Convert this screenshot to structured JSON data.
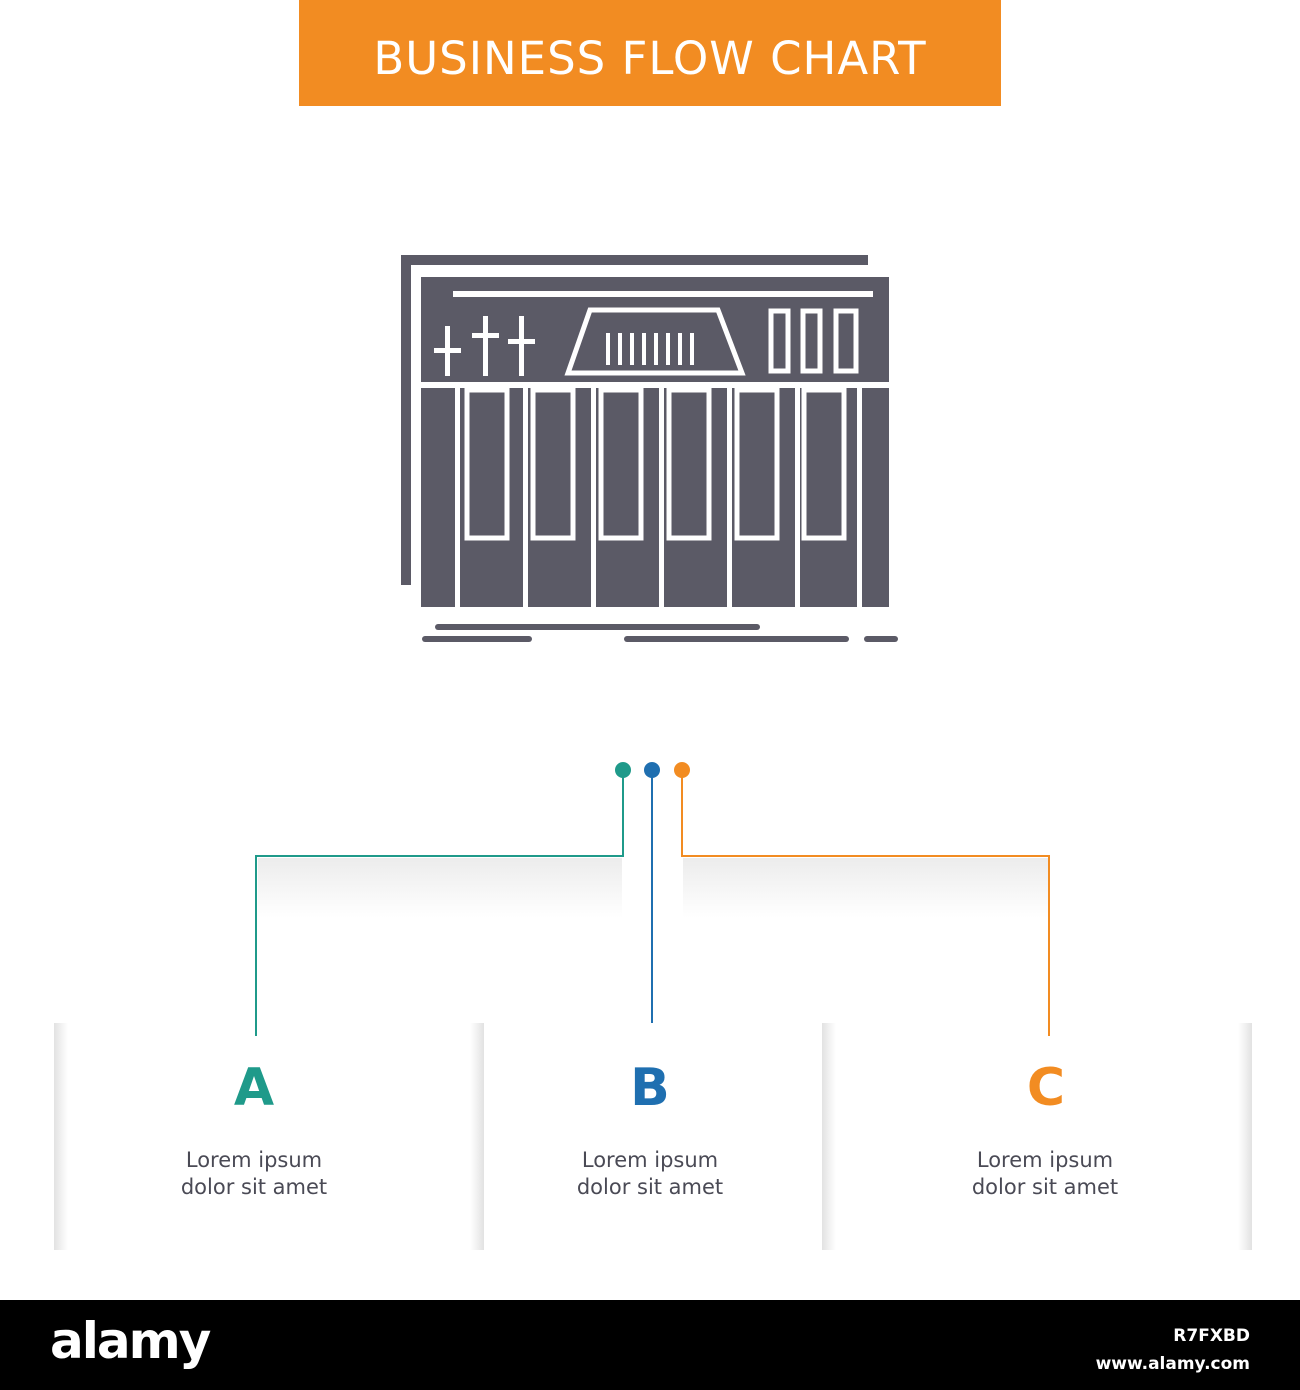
{
  "header": {
    "title": "BUSINESS FLOW CHART"
  },
  "icon": {
    "name": "synthesizer-keyboard-icon",
    "color": "#5b5a66"
  },
  "colors": {
    "accent": "#f28c22",
    "teal": "#1f9a8a",
    "blue": "#1f6fb0",
    "orange": "#f28c22",
    "text": "#4a4a55"
  },
  "steps": [
    {
      "letter": "A",
      "line1": "Lorem ipsum",
      "line2": "dolor sit amet",
      "color": "#1f9a8a"
    },
    {
      "letter": "B",
      "line1": "Lorem ipsum",
      "line2": "dolor sit amet",
      "color": "#1f6fb0"
    },
    {
      "letter": "C",
      "line1": "Lorem ipsum",
      "line2": "dolor sit amet",
      "color": "#f28c22"
    }
  ],
  "footer": {
    "brand": "alamy",
    "image_id": "R7FXBD",
    "url": "www.alamy.com"
  }
}
